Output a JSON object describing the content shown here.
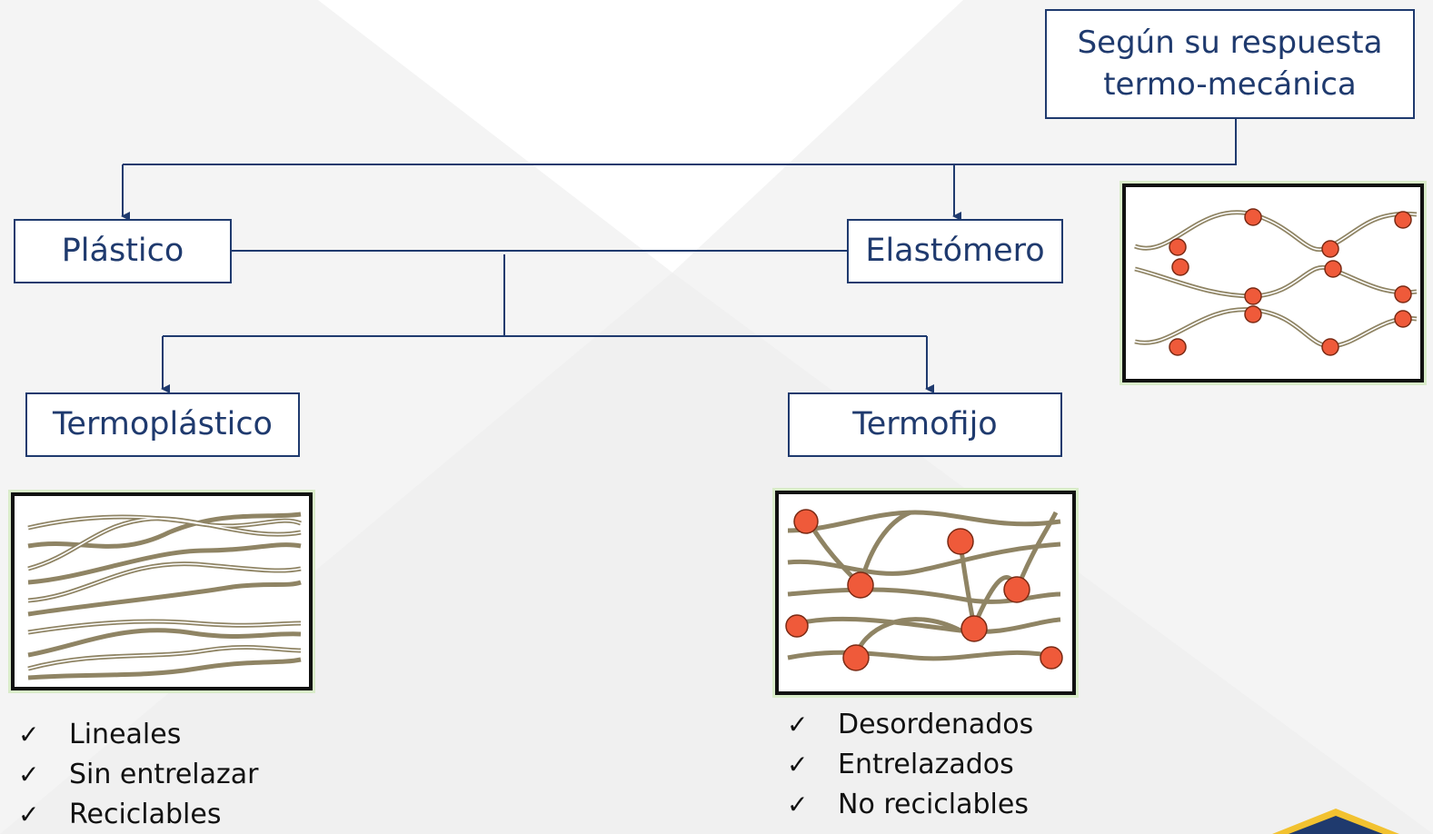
{
  "root": {
    "line1": "Según su respuesta",
    "line2": "termo-mecánica"
  },
  "nodes": {
    "plastico": "Plástico",
    "elastomero": "Elastómero",
    "termoplastico": "Termoplástico",
    "termofijo": "Termofijo"
  },
  "termoplastico_features": [
    "Lineales",
    "Sin entrelazar",
    "Reciclables"
  ],
  "termofijo_features": [
    "Desordenados",
    "Entrelazados",
    "No reciclables"
  ],
  "check_glyph": "✓",
  "colors": {
    "box_border": "#1f3a6e",
    "text": "#1f3a6e",
    "crosslink": "#ef5a3a",
    "chain": "#8f8464",
    "logo_gold": "#f2c230",
    "logo_navy": "#1f3a6e"
  }
}
